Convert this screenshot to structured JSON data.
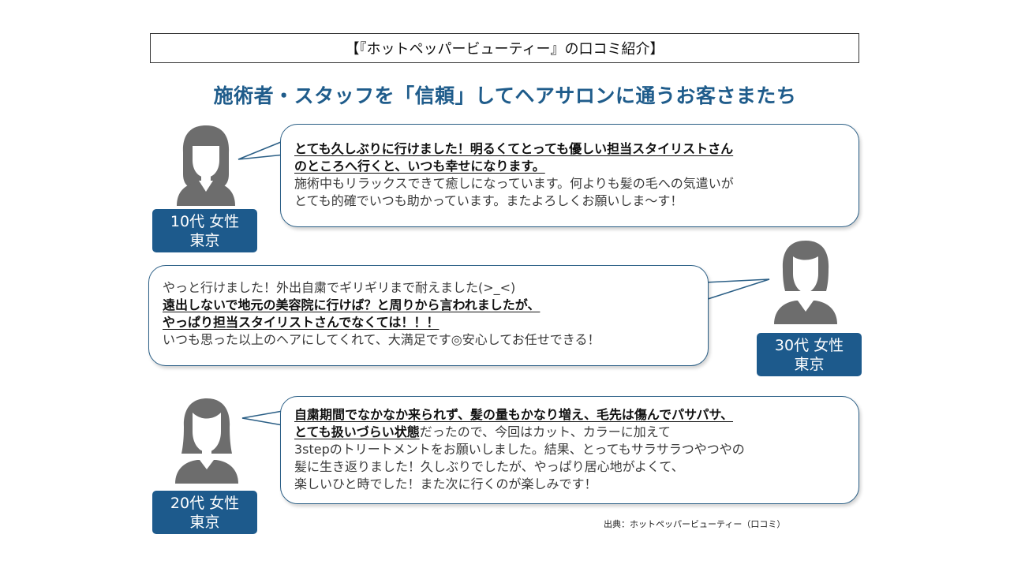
{
  "header": {
    "title": "【『ホットペッパービューティー』の口コミ紹介】"
  },
  "main_title": "施術者・スタッフを「信頼」してヘアサロンに通うお客さまたち",
  "reviews": [
    {
      "tag_line1": "10代 女性",
      "tag_line2": "東京",
      "lines": [
        "とても久しぶりに行けました！明るくてとっても優しい担当スタイリストさん",
        "のところへ行くと、いつも幸せになります。",
        "施術中もリラックスできて癒しになっています。何よりも髪の毛への気遣いが",
        "とても的確でいつも助かっています。またよろしくお願いしま～す！"
      ]
    },
    {
      "tag_line1": "30代 女性",
      "tag_line2": "東京",
      "lines": [
        "やっと行けました！外出自粛でギリギリまで耐えました(>_<)",
        "遠出しないで地元の美容院に行けば？と周りから言われましたが、",
        "やっぱり担当スタイリストさんでなくては！！！",
        "いつも思った以上のヘアにしてくれて、大満足です◎安心してお任せできる！"
      ]
    },
    {
      "tag_line1": "20代 女性",
      "tag_line2": "東京",
      "lines": [
        "自粛期間でなかなか来られず、髪の量もかなり増え、毛先は傷んでパサパサ、",
        "とても扱いづらい状態",
        "だったので、今回はカット、カラーに加えて",
        "3stepのトリートメントをお願いしました。結果、とってもサラサラつやつやの",
        "髪に生き返りました！久しぶりでしたが、やっぱり居心地がよくて、",
        "楽しいひと時でした！また次に行くのが楽しみです！"
      ]
    }
  ],
  "source": "出典：ホットペッパービューティー（口コミ）",
  "colors": {
    "title_blue": "#1f5c8b",
    "tag_blue": "#1d5a8c",
    "avatar_gray": "#6d6d6d",
    "bubble_border": "#2b5f86"
  },
  "icons": {
    "avatar_1": "woman-long-hair-bangs-icon",
    "avatar_2": "woman-bob-hair-icon",
    "avatar_3": "woman-medium-hair-icon"
  }
}
